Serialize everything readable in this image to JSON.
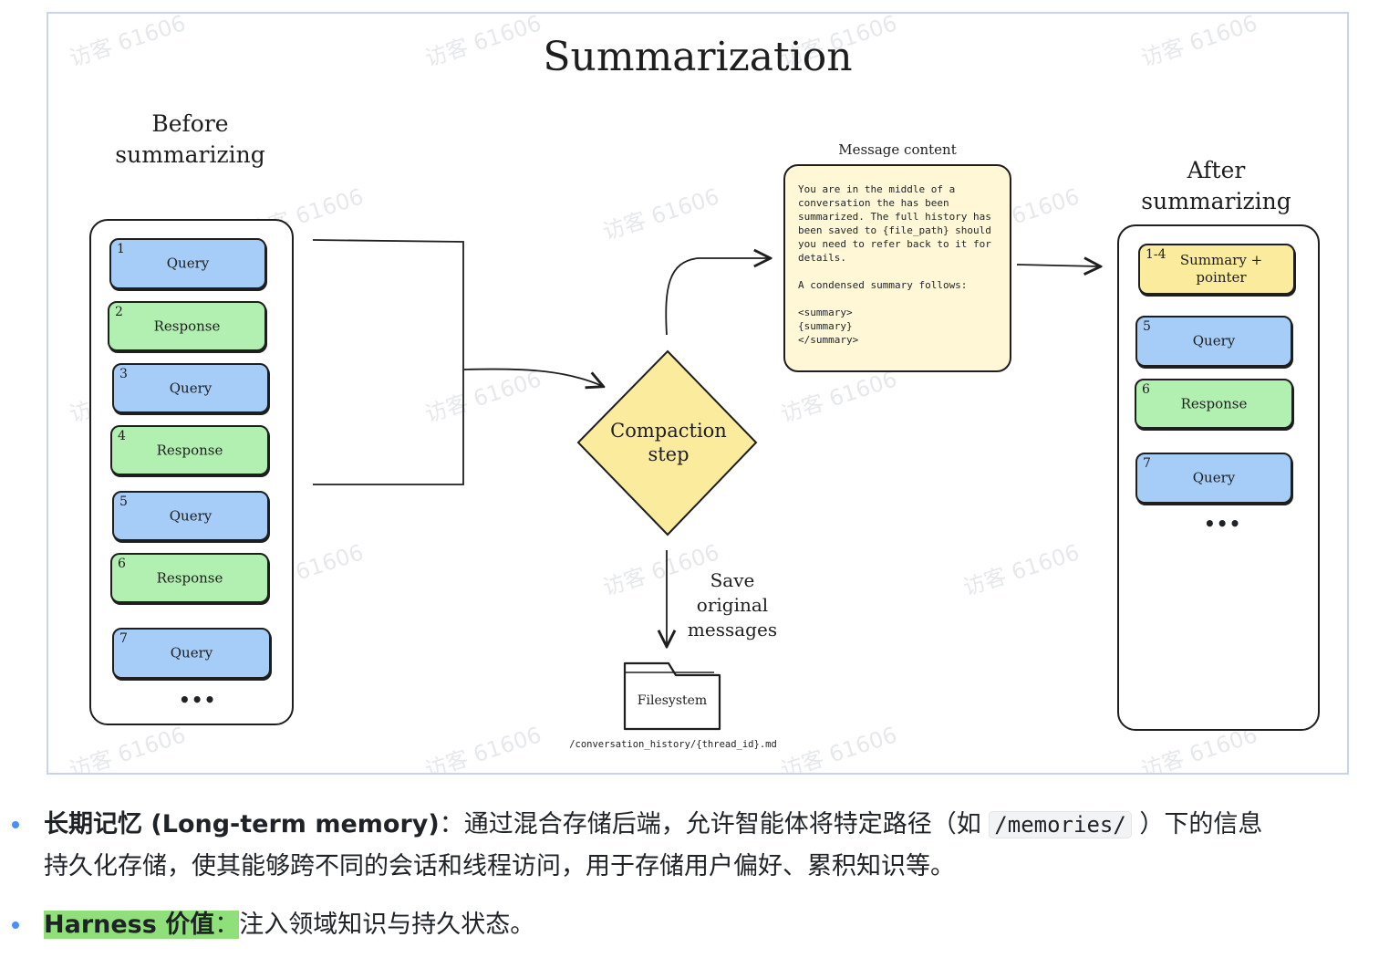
{
  "diagram": {
    "title": "Summarization",
    "before_heading": [
      "Before",
      "summarizing"
    ],
    "after_heading": [
      "After",
      "summarizing"
    ],
    "before_messages": [
      {
        "num": "1",
        "label": "Query",
        "kind": "query"
      },
      {
        "num": "2",
        "label": "Response",
        "kind": "response"
      },
      {
        "num": "3",
        "label": "Query",
        "kind": "query"
      },
      {
        "num": "4",
        "label": "Response",
        "kind": "response"
      },
      {
        "num": "5",
        "label": "Query",
        "kind": "query"
      },
      {
        "num": "6",
        "label": "Response",
        "kind": "response"
      },
      {
        "num": "7",
        "label": "Query",
        "kind": "query"
      }
    ],
    "ellipsis": "•••",
    "after_messages": [
      {
        "num": "1-4",
        "label": "Summary + pointer",
        "kind": "summary"
      },
      {
        "num": "5",
        "label": "Query",
        "kind": "query"
      },
      {
        "num": "6",
        "label": "Response",
        "kind": "response"
      },
      {
        "num": "7",
        "label": "Query",
        "kind": "query"
      }
    ],
    "compaction_step": [
      "Compaction",
      "step"
    ],
    "message_content_title": "Message content",
    "message_content": [
      "You are in the middle of a conversation the has been summarized. The full history has been saved to {file_path} should you need to refer back to it for details.",
      "A condensed summary follows:",
      "<summary>\n{summary}\n</summary>"
    ],
    "save_label": [
      "Save original",
      "messages"
    ],
    "filesystem_label": "Filesystem",
    "filesystem_path": "/conversation_history/{thread_id}.md",
    "watermark": "访客 61606",
    "colors": {
      "query": "#a5cdf8",
      "response": "#b2f0b2",
      "summary": "#fbeb9c",
      "compaction": "#fbeb9c"
    }
  },
  "bullets": [
    {
      "bold": "长期记忆 (Long-term memory)",
      "text_before_code": "：通过混合存储后端，允许智能体将特定路径（如 ",
      "code": "/memories/",
      "text_after_code": " ）下的信息",
      "line2": "持久化存储，使其能够跨不同的会话和线程访问，用于存储用户偏好、累积知识等。"
    },
    {
      "bold": "Harness 价值",
      "sep": "：",
      "text": "注入领域知识与持久状态。"
    }
  ]
}
